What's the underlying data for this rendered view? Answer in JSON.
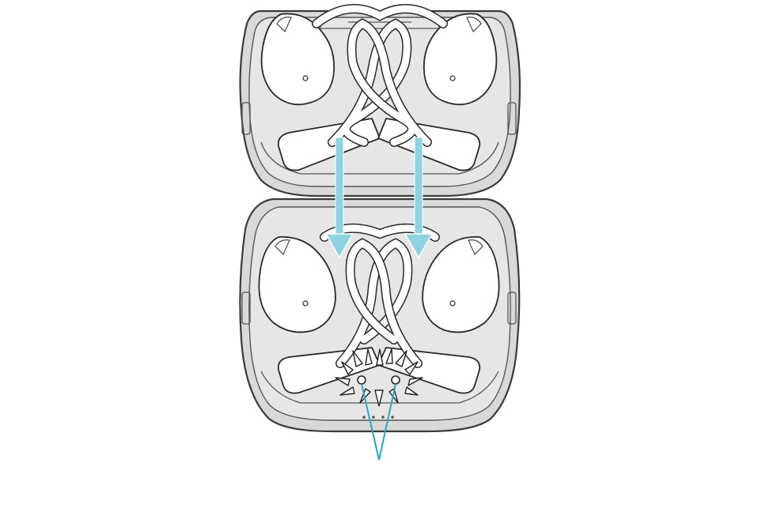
{
  "figure": {
    "subject": "earbuds-in-charging-case",
    "accent_color": "#8fd3e3",
    "pointer_color": "#27a6c4",
    "arrow_count": 2,
    "charging_contact_count": 2
  }
}
